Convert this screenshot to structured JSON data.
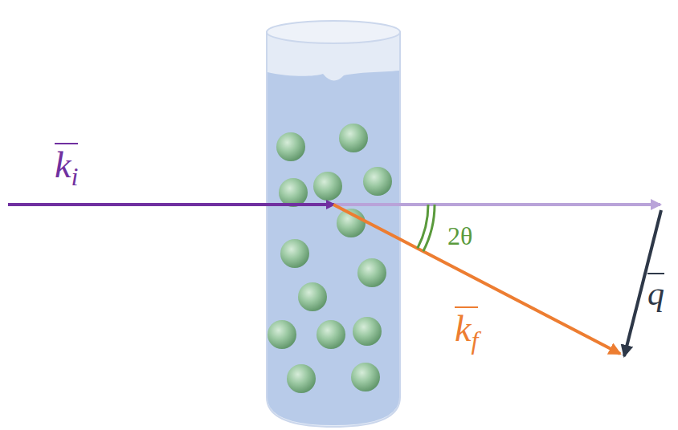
{
  "diagram": {
    "labels": [
      "ki",
      "2θ",
      "kf",
      "q"
    ]
  }
}
